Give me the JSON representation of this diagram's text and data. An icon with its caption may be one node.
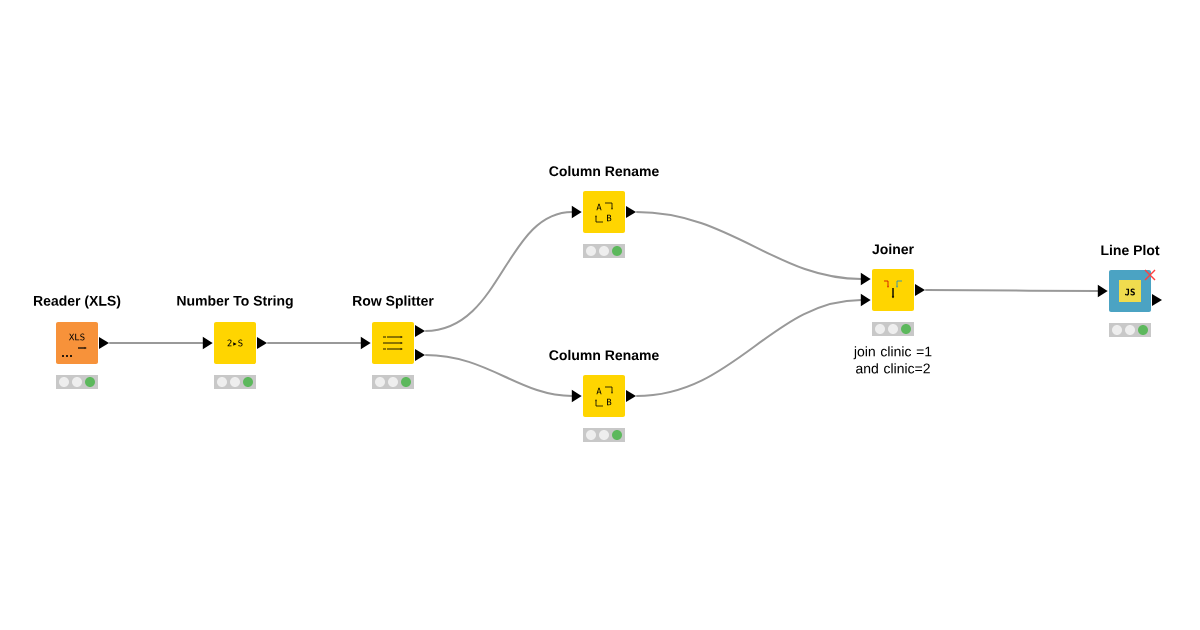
{
  "diagram": {
    "nodes": [
      {
        "text": [
          "Reader (XLS)",
          "XLS"
        ]
      },
      {
        "text": [
          "Number To String",
          "2▸S"
        ]
      },
      {
        "text": [
          "Row Splitter"
        ]
      },
      {
        "text": [
          "Column Rename",
          "A",
          "B"
        ]
      },
      {
        "text": [
          "Column Rename",
          "A",
          "B"
        ]
      },
      {
        "text": [
          "Joiner"
        ],
        "beside": [
          "join clinic =1 and clinic=2"
        ]
      },
      {
        "text": [
          "Line Plot",
          "JS"
        ]
      }
    ],
    "edges": [
      {
        "from": 0,
        "to": 1,
        "arrow": "to"
      },
      {
        "from": 1,
        "to": 2,
        "arrow": "to"
      },
      {
        "from": 2,
        "to": 3,
        "arrow": "to"
      },
      {
        "from": 2,
        "to": 4,
        "arrow": "to"
      },
      {
        "from": 3,
        "to": 5,
        "arrow": "to"
      },
      {
        "from": 4,
        "to": 5,
        "arrow": "to"
      },
      {
        "from": 5,
        "to": 6,
        "arrow": "to"
      }
    ]
  }
}
